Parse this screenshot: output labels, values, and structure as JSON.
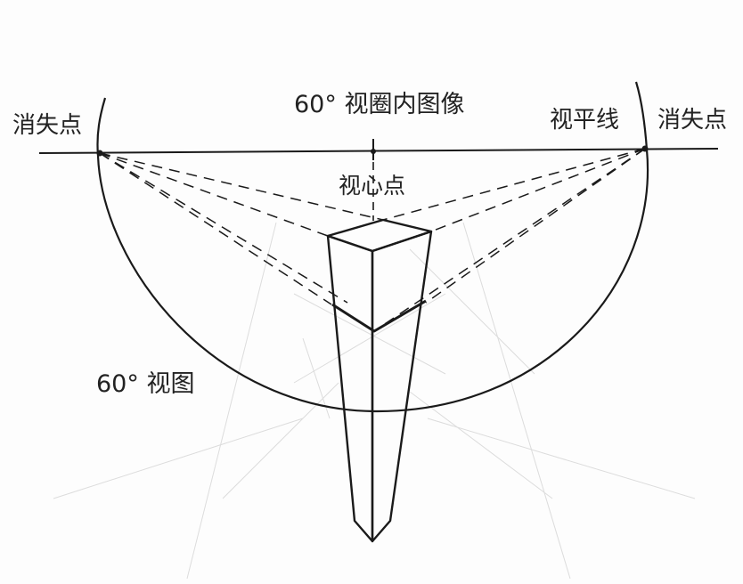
{
  "labels": {
    "vanishing_point_left": "消失点",
    "vanishing_point_right": "消失点",
    "horizon_line": "视平线",
    "image_in_60_circle": "60° 视圈内图像",
    "center_of_vision": "视心点",
    "view_60": "60° 视图"
  },
  "colors": {
    "ink": "#1a1a1a",
    "sketch": "#d8d8d8",
    "paper": "#fdfdfd"
  }
}
